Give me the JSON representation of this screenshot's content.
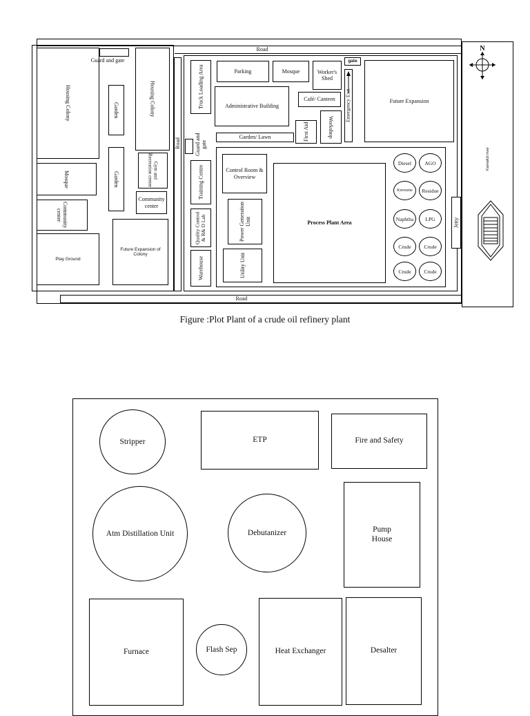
{
  "plot_plan": {
    "caption": "Figure :Plot Plant of a crude oil refinery plant",
    "road_top": "Road",
    "road_bottom": "Road",
    "road_vertical": "Road",
    "guard_gate_left": "Guard and gate",
    "guard_gate_vertical": "Guard and gate",
    "gate": "gate",
    "river": "Karnafuli river",
    "compass_n": "N",
    "colony": {
      "housing_colony_1": "Housing Colony",
      "garden_1": "Garden",
      "housing_colony_2": "Housing Colony",
      "garden_2": "Garden",
      "gym": "Gym and Recreation center",
      "mosque": "Mosque",
      "community_left": "Community center",
      "community_right": "Community center",
      "playground": "Play Ground",
      "future_colony": "Future Expansion of Colony"
    },
    "plant": {
      "truck_loading": "Truck Loading Area",
      "parking": "Parking",
      "mosque": "Mosque",
      "workers_shed": "Worker's Shed",
      "admin": "Administrative Building",
      "cafe": "Café/ Canteen",
      "emergency_exit": "Emergency Exit",
      "future_expansion": "Future Expansion",
      "garden_lawn": "Garden/ Lawn",
      "first_aid": "First Aid",
      "workshop": "Workshop",
      "training": "Training Centre",
      "control_room": "Control Room & Overview",
      "quality_control": "Quality Control & R& D Lab",
      "power_gen": "Power Generation Unit",
      "warehouse": "Warehouse",
      "utility": "Utility Unit",
      "process_area": "Process Plant Area",
      "jetty": "Jetty"
    },
    "tanks": [
      "Diesel",
      "AGO",
      "Kerosene",
      "Residue",
      "Naphtha",
      "LPG",
      "Crude",
      "Crude",
      "Crude",
      "Crude"
    ]
  },
  "process_layout": {
    "stripper": "Stripper",
    "etp": "ETP",
    "fire_safety": "Fire and Safety",
    "atm_distillation": "Atm Distillation Unit",
    "debutanizer": "Debutanizer",
    "pump_house_1": "Pump",
    "pump_house_2": "House",
    "furnace": "Furnace",
    "flash_sep": "Flash Sep",
    "heat_exchanger": "Heat Exchanger",
    "desalter": "Desalter"
  }
}
